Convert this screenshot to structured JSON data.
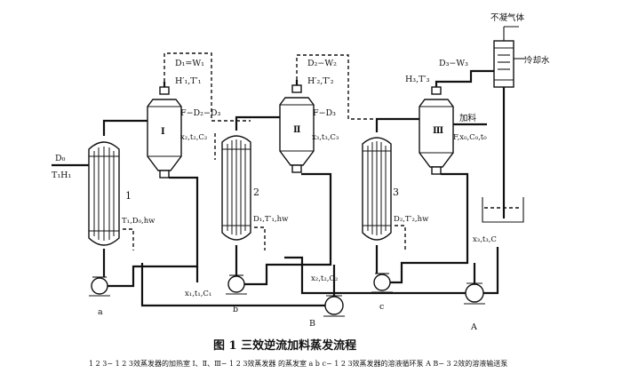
{
  "labels": {
    "noncondensable": "不凝气体",
    "cooling_water": "冷却水",
    "feed": "加料",
    "heater_1_number": "1",
    "heater_2_number": "2",
    "heater_3_number": "3",
    "evap_1_roman": "Ⅰ",
    "evap_2_roman": "Ⅱ",
    "evap_3_roman": "Ⅲ",
    "d1_w1": "D₁=W₁",
    "h1_t1": "H′₁,T′₁",
    "f_d2_d3": "F−D₂−D₃",
    "x2_t2_c2_1": "x₂,t₂,C₂",
    "d2_w2": "D₂−W₂",
    "h2_t2": "H′₂,T′₂",
    "f_d3": "F−D₃",
    "x3_t3_c3_1": "x₃,t₃,C₃",
    "d3_w3": "D₃−W₃",
    "h3_t3": "H₃,T′₃",
    "f_x_c": "F,x₀,C₀,t₀",
    "d0": "D₀",
    "t1_h1": "T₁H₁",
    "t1_d0_hw": "T₁,D₀,hw",
    "d1_t1_hw": "D₁,T′₁,hw",
    "d2_t2_hw": "D₂,T′₂,hw",
    "x1_t1_c1": "x₁,t₁,C₁",
    "x2_t2_c2_2": "x₂,t₂,C₂",
    "x3_t3_c3_2": "x₃,t₃,C",
    "pump_a": "a",
    "pump_b": "b",
    "pump_c": "c",
    "pump_B": "B",
    "pump_A": "A"
  },
  "caption": {
    "title": "图 1   三效逆流加料蒸发流程",
    "legend": "1 2 3− 1 2 3效蒸发器的加热室   Ⅰ、Ⅱ、Ⅲ− 1 2 3效蒸发器 的蒸发室   a b c− 1 2 3效蒸发器的溶液循环泵   A B− 3 2效的溶液输送泵"
  },
  "icons": {
    "pump": "centrifugal-pump-icon",
    "condenser": "condenser-icon",
    "tank": "receiver-tank-icon"
  },
  "colors": {
    "line": "#111111",
    "background": "#ffffff"
  }
}
